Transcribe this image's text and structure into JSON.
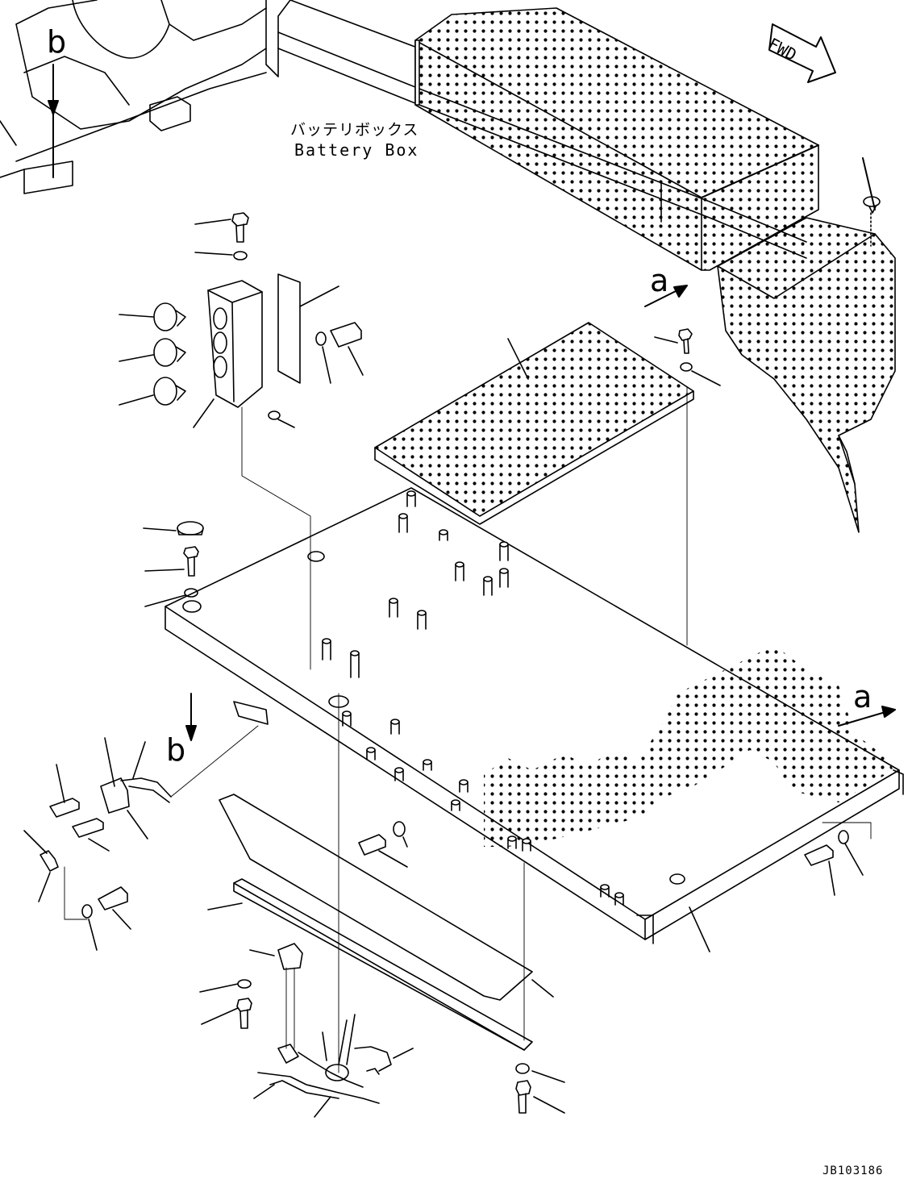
{
  "labels": {
    "battery_box_jp": "バッテリボックス",
    "battery_box_en": "Battery Box",
    "fwd": "FWD",
    "ref_a": "a",
    "ref_b": "b",
    "drawing_number": "JB103186"
  },
  "colors": {
    "line": "#000000",
    "background": "#ffffff"
  }
}
